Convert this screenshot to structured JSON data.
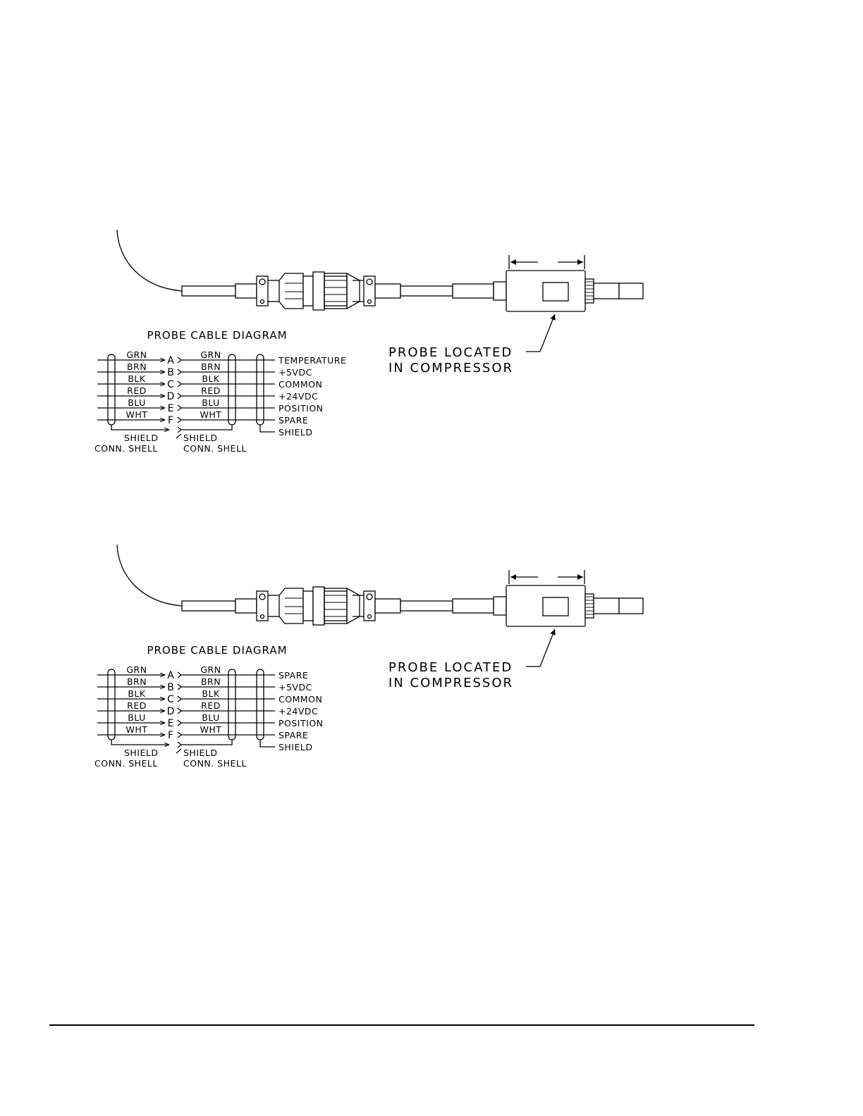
{
  "diagrams": [
    {
      "title": "PROBE CABLE DIAGRAM",
      "wires_left": [
        "GRN",
        "BRN",
        "BLK",
        "RED",
        "BLU",
        "WHT"
      ],
      "pins": [
        "A",
        "B",
        "C",
        "D",
        "E",
        "F"
      ],
      "wires_right": [
        "GRN",
        "BRN",
        "BLK",
        "RED",
        "BLU",
        "WHT"
      ],
      "signals": [
        "TEMPERATURE",
        "+5VDC",
        "COMMON",
        "+24VDC",
        "POSITION",
        "SPARE",
        "SHIELD"
      ],
      "shield_left": [
        "SHIELD",
        "CONN. SHELL"
      ],
      "shield_right": [
        "SHIELD",
        "CONN. SHELL"
      ],
      "note": [
        "PROBE LOCATED",
        "IN COMPRESSOR"
      ]
    },
    {
      "title": "PROBE CABLE DIAGRAM",
      "wires_left": [
        "GRN",
        "BRN",
        "BLK",
        "RED",
        "BLU",
        "WHT"
      ],
      "pins": [
        "A",
        "B",
        "C",
        "D",
        "E",
        "F"
      ],
      "wires_right": [
        "GRN",
        "BRN",
        "BLK",
        "RED",
        "BLU",
        "WHT"
      ],
      "signals": [
        "SPARE",
        "+5VDC",
        "COMMON",
        "+24VDC",
        "POSITION",
        "SPARE",
        "SHIELD"
      ],
      "shield_left": [
        "SHIELD",
        "CONN. SHELL"
      ],
      "shield_right": [
        "SHIELD",
        "CONN. SHELL"
      ],
      "note": [
        "PROBE LOCATED",
        "IN COMPRESSOR"
      ]
    }
  ]
}
